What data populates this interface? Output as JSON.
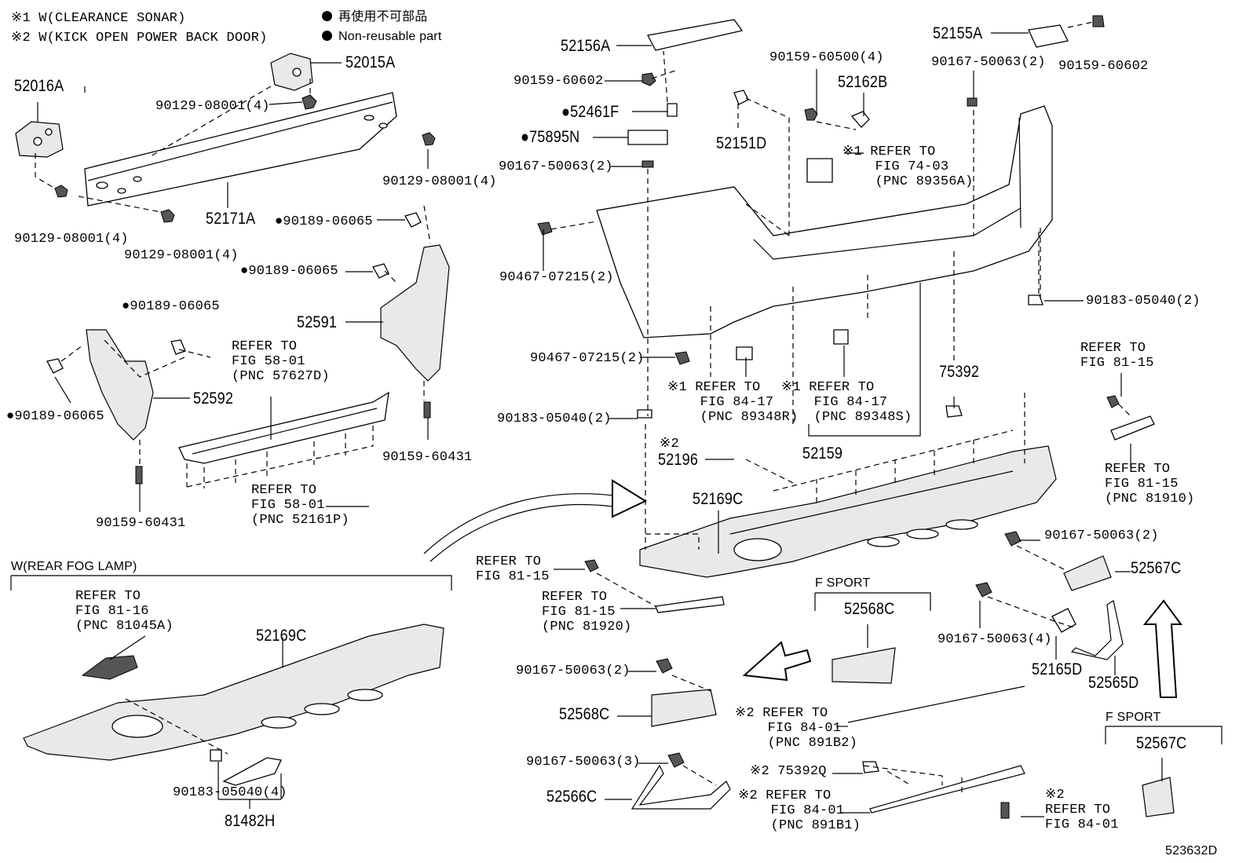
{
  "legend": {
    "note1": "※1 W(CLEARANCE SONAR)",
    "note2": "※2 W(KICK OPEN POWER BACK DOOR)",
    "nonreusable_jp": "再使用不可部品",
    "nonreusable_en": "Non-reusable part"
  },
  "sections": {
    "rear_fog": "W(REAR FOG LAMP)",
    "f_sport_1": "F SPORT",
    "f_sport_2": "F SPORT"
  },
  "labels": {
    "p52016A": "52016A",
    "p52015A": "52015A",
    "f90129_a": "90129-08001(4)",
    "f90129_b": "90129-08001(4)",
    "f90129_c": "90129-08001(4)",
    "f90129_d": "90129-08001(4)",
    "p52171A": "52171A",
    "n90189_a": "●90189-06065",
    "n90189_b": "●90189-06065",
    "n90189_c": "●90189-06065",
    "n90189_d": "●90189-06065",
    "p52591": "52591",
    "p52592": "52592",
    "ref5801a": "REFER TO\nFIG 58-01\n(PNC 57627D)",
    "ref5801b": "REFER TO\nFIG 58-01\n(PNC 52161P)",
    "f90159_60431_a": "90159-60431",
    "f90159_60431_b": "90159-60431",
    "p52156A": "52156A",
    "f90159_60602_a": "90159-60602",
    "n52461F": "●52461F",
    "n75895N": "●75895N",
    "f90167_2a": "90167-50063(2)",
    "f90467_a": "90467-07215(2)",
    "f90467_b": "90467-07215(2)",
    "f90183_2a": "90183-05040(2)",
    "f90159_60500": "90159-60500(4)",
    "p52162B": "52162B",
    "p52151D": "52151D",
    "ref7403": "※1 REFER TO\n    FIG 74-03\n    (PNC 89356A)",
    "p52155A": "52155A",
    "f90167_2b": "90167-50063(2)",
    "f90159_60602_b": "90159-60602",
    "f90183_2b": "90183-05040(2)",
    "ref8115a": "REFER TO\nFIG 81-15",
    "ref8115b": "REFER TO\nFIG 81-15\n(PNC 81910)",
    "ref8417a": "※1 REFER TO\n    FIG 84-17\n    (PNC 89348R)",
    "ref8417b": "※1 REFER TO\n    FIG 84-17\n    (PNC 89348S)",
    "p75392": "75392",
    "p52159": "52159",
    "mark2_52196": "※2",
    "p52196": "52196",
    "p52169C_a": "52169C",
    "ref8115c": "REFER TO\nFIG 81-15",
    "ref8115d": "REFER TO\nFIG 81-15\n(PNC 81920)",
    "f90167_2c": "90167-50063(2)",
    "p52567C_a": "52567C",
    "p52568C_a": "52568C",
    "f90167_4": "90167-50063(4)",
    "p52165D": "52165D",
    "p52565D": "52565D",
    "f90167_2d": "90167-50063(2)",
    "p52568C_b": "52568C",
    "ref8401a": "※2 REFER TO\n    FIG 84-01\n    (PNC 891B2)",
    "f90167_3": "90167-50063(3)",
    "p52566C": "52566C",
    "p75392Q": "※2 75392Q",
    "ref8401b": "※2 REFER TO\n    FIG 84-01\n    (PNC 891B1)",
    "ref8401c": "※2\nREFER TO\nFIG 84-01",
    "p52567C_b": "52567C",
    "ref8116": "REFER TO\nFIG 81-16\n(PNC 81045A)",
    "p52169C_b": "52169C",
    "f90183_4": "90183-05040(4)",
    "p81482H": "81482H",
    "drawing_no": "523632D"
  }
}
